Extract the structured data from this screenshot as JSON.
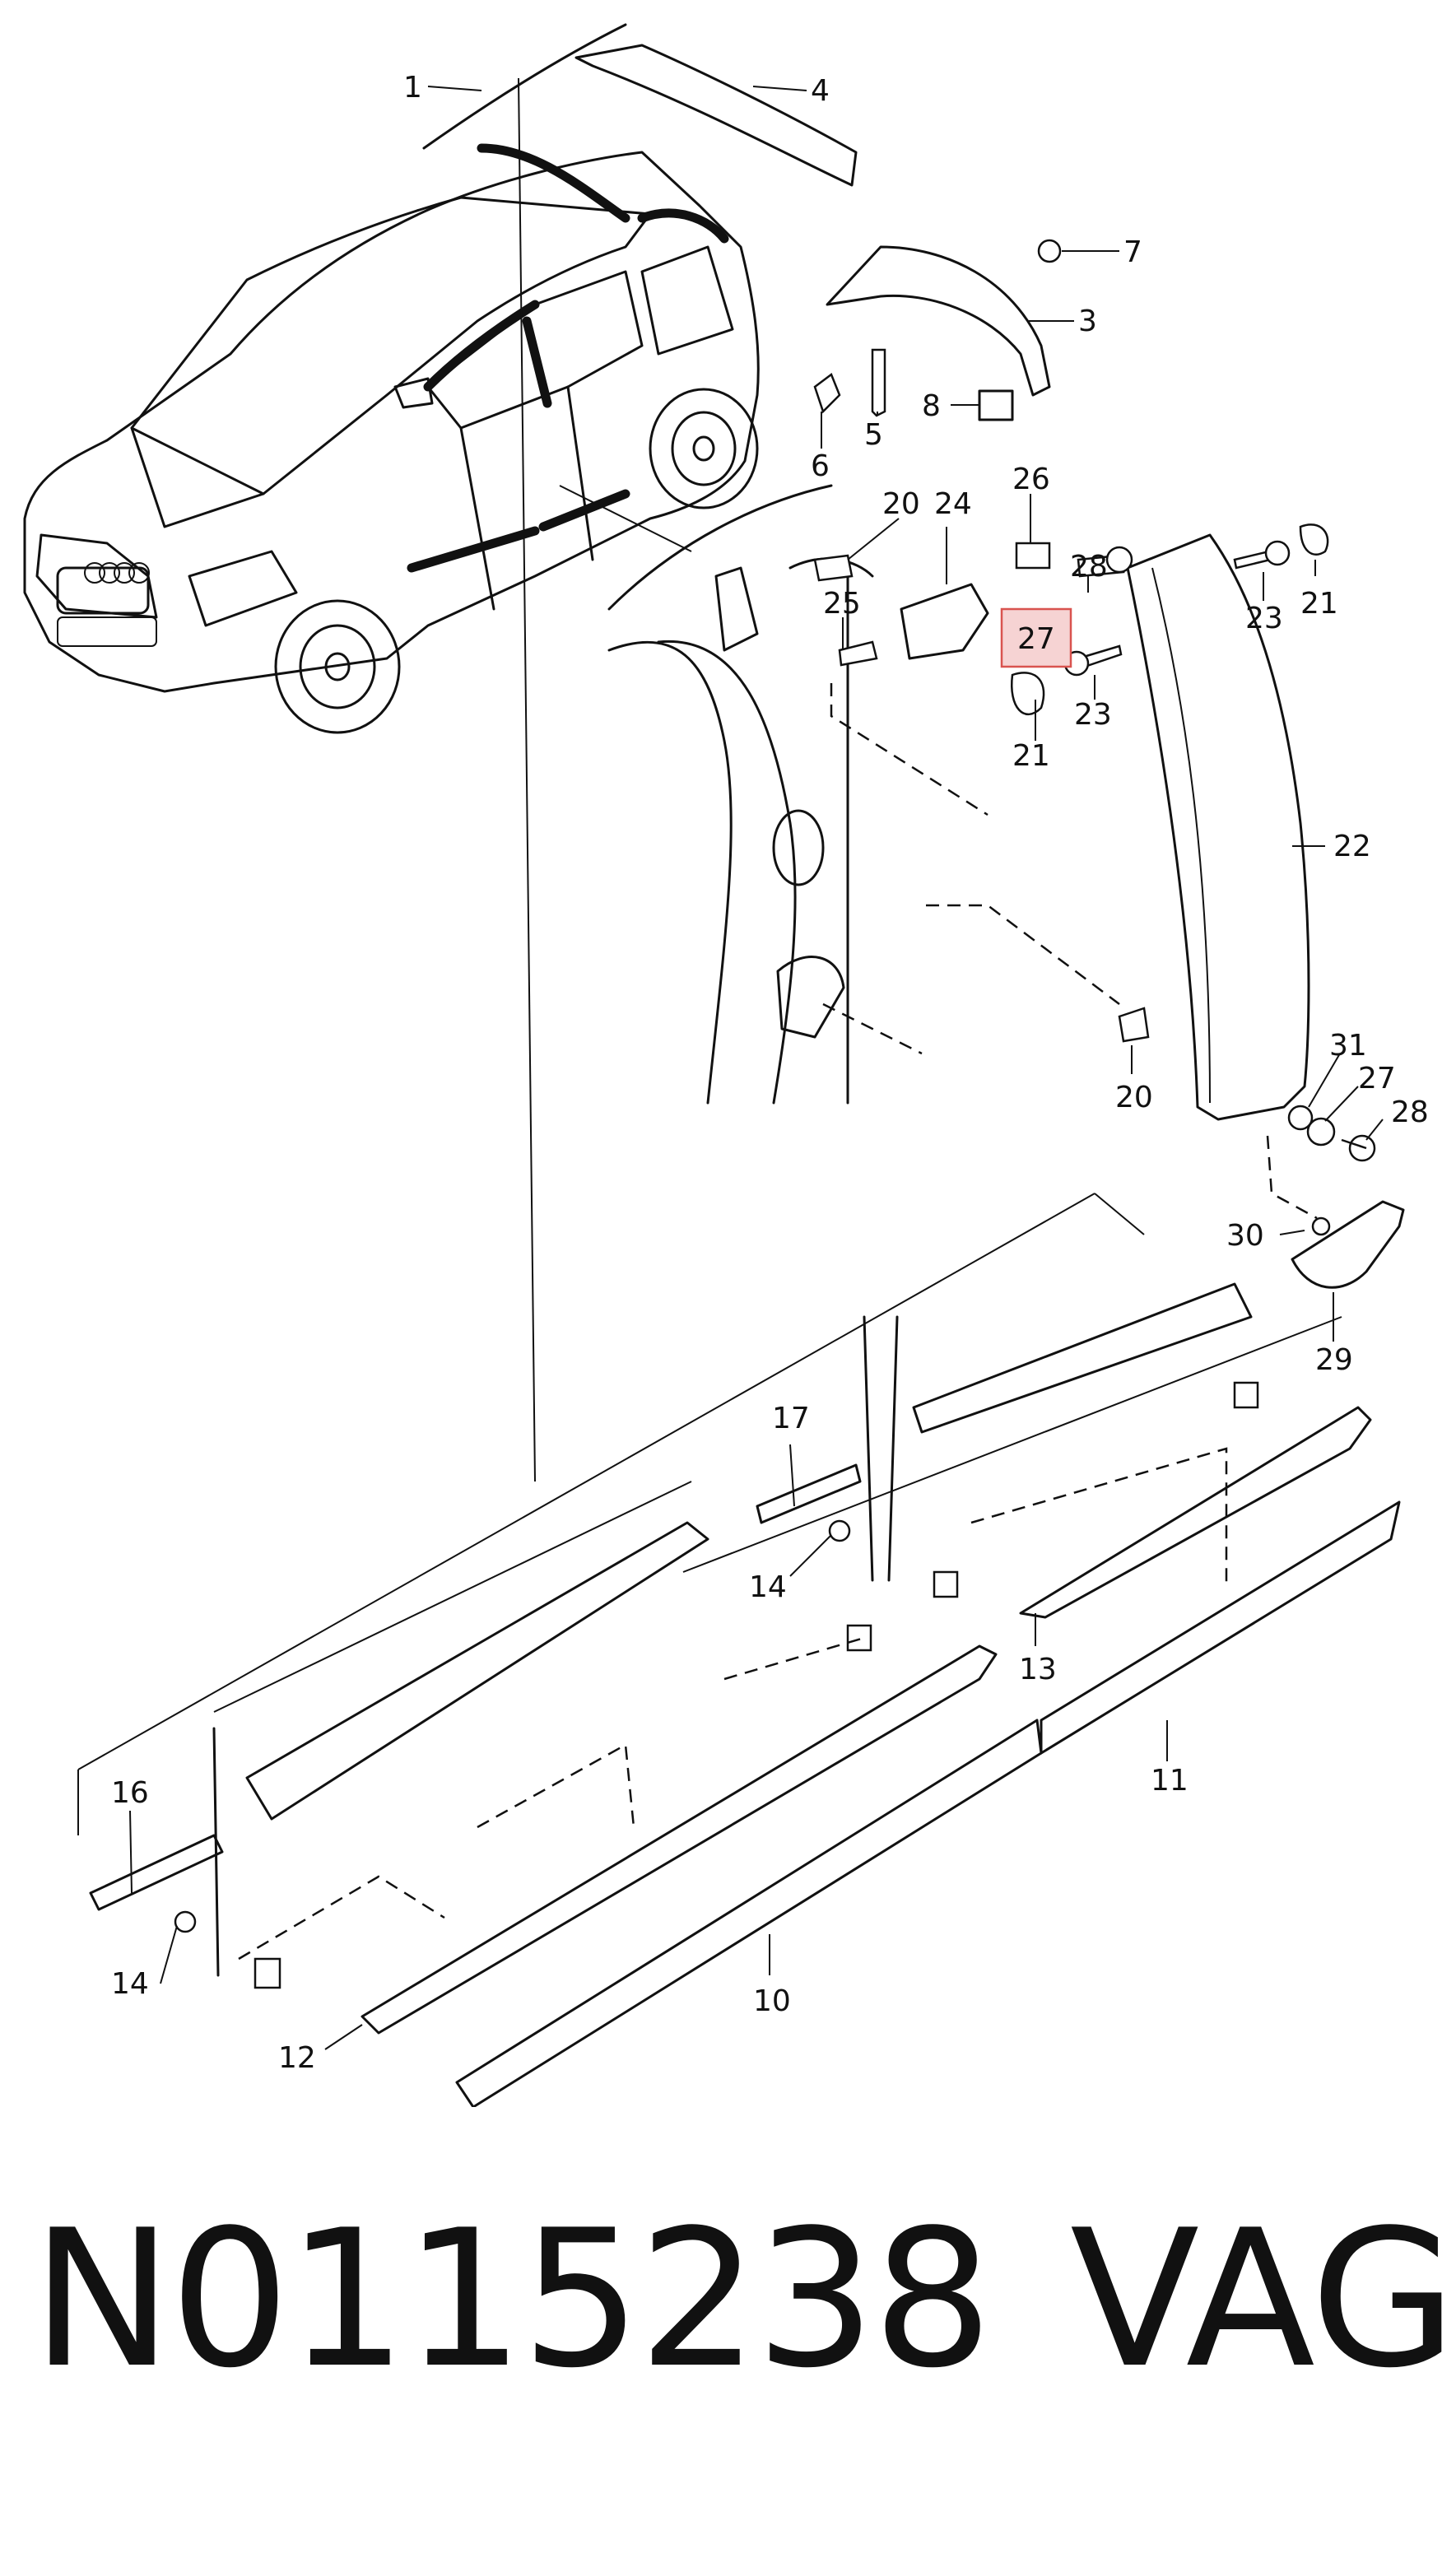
{
  "callouts": [
    "1",
    "4",
    "7",
    "3",
    "8",
    "6",
    "5",
    "20",
    "24",
    "26",
    "21",
    "23",
    "25",
    "28",
    "27",
    "21",
    "23",
    "22",
    "31",
    "27",
    "28",
    "20",
    "30",
    "29",
    "17",
    "14",
    "13",
    "11",
    "16",
    "14",
    "12",
    "10"
  ],
  "highlighted_callout": "27",
  "highlight_color": "#f6d3d3",
  "caption": {
    "part_number": "N0115238",
    "brand": "VAG"
  }
}
